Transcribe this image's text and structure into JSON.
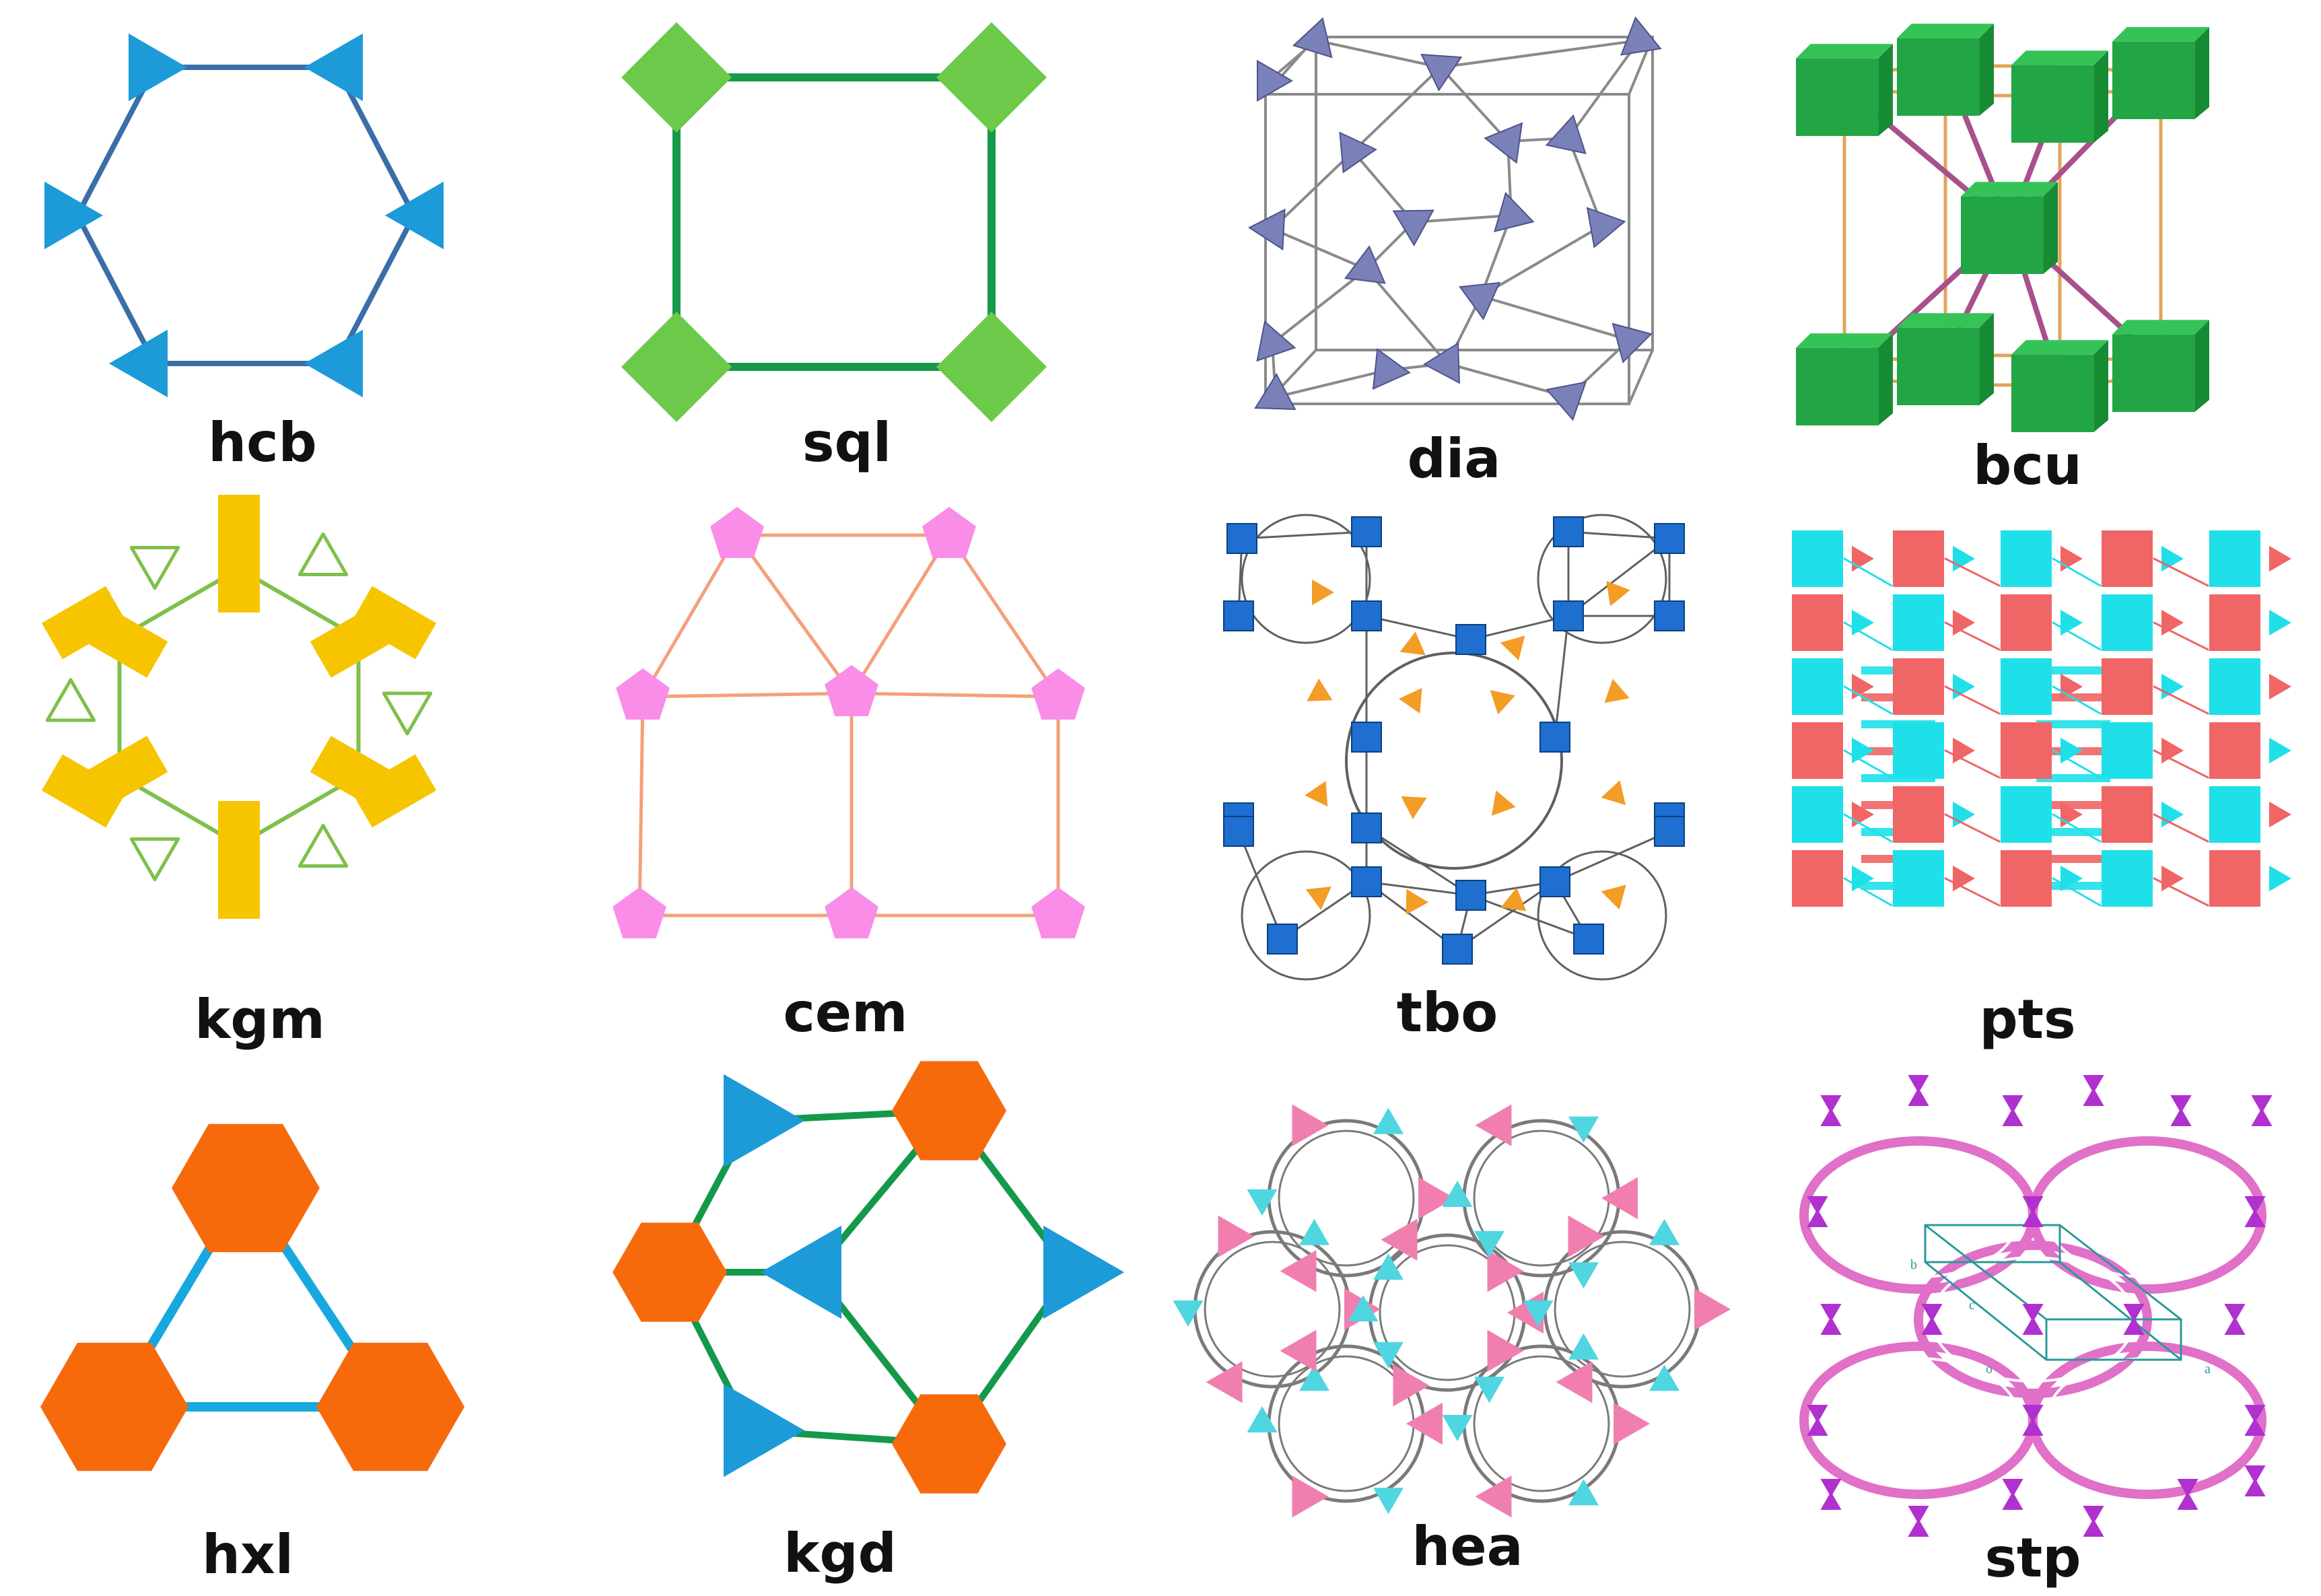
{
  "nets": [
    {
      "id": "hcb",
      "label": "hcb"
    },
    {
      "id": "sql",
      "label": "sql"
    },
    {
      "id": "dia",
      "label": "dia"
    },
    {
      "id": "bcu",
      "label": "bcu"
    },
    {
      "id": "kgm",
      "label": "kgm"
    },
    {
      "id": "cem",
      "label": "cem"
    },
    {
      "id": "tbo",
      "label": "tbo"
    },
    {
      "id": "pts",
      "label": "pts"
    },
    {
      "id": "hxl",
      "label": "hxl"
    },
    {
      "id": "kgd",
      "label": "kgd"
    },
    {
      "id": "hea",
      "label": "hea"
    },
    {
      "id": "stp",
      "label": "stp"
    }
  ],
  "stp_axes": {
    "a": "a",
    "b": "b",
    "c": "c",
    "o": "o"
  },
  "colors": {
    "hcb_node": "#1d9ad8",
    "hcb_edge": "#3a6ea8",
    "sql_node": "#6cc94a",
    "sql_edge": "#16994a",
    "dia_node": "#7a80b8",
    "dia_edge": "#8a8a8a",
    "bcu_node": "#22a544",
    "bcu_node_top": "#35c257",
    "bcu_edge_purple": "#a8508c",
    "bcu_edge_orange": "#e3a45a",
    "kgm_node": "#f7c500",
    "kgm_edge": "#7ec04a",
    "cem_node": "#f98de8",
    "cem_edge": "#f4a07a",
    "tbo_square": "#1e6fd0",
    "tbo_triangle": "#f39c26",
    "tbo_edge": "#606060",
    "pts_cyan": "#1fe0e8",
    "pts_red": "#f06565",
    "hxl_node": "#f66a0c",
    "hxl_edge": "#18a8e0",
    "kgd_hex": "#f66a0c",
    "kgd_tri": "#1d9ad8",
    "kgd_edge": "#14994a",
    "hea_pink": "#f07fb0",
    "hea_cyan": "#4fd6e0",
    "hea_edge": "#7a7a7a",
    "stp_node": "#b030d0",
    "stp_edge": "#e070c8",
    "stp_cell": "#2a9a9a"
  }
}
